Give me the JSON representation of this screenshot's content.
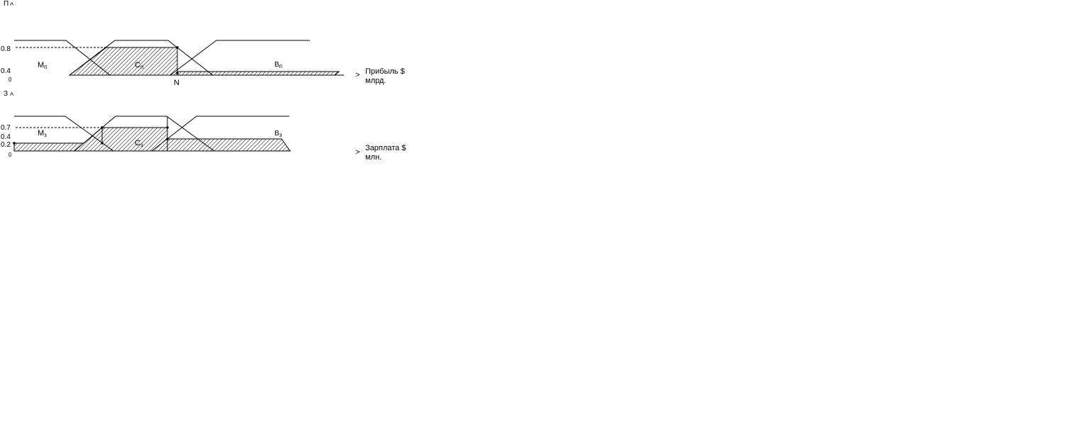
{
  "top": {
    "axis_y_label": "П",
    "ticks": {
      "t08": "0.8",
      "t04": "0.4",
      "t0": "0"
    },
    "sets": {
      "low": "М",
      "low_sub": "п",
      "mid": "С",
      "mid_sub": "п",
      "high": "В",
      "high_sub": "п"
    },
    "point_label": "N",
    "x_label_line1": "Прибыль $",
    "x_label_line2": "млрд."
  },
  "bottom": {
    "axis_y_label": "З",
    "ticks": {
      "t07": "0.7",
      "t04": "0.4",
      "t02": "0.2",
      "t0": "0"
    },
    "sets": {
      "low": "М",
      "low_sub": "з",
      "mid": "С",
      "mid_sub": "з",
      "high": "В",
      "high_sub": "з"
    },
    "x_label_line1": "Зарплата $",
    "x_label_line2": "млн."
  },
  "arrow_glyph": ">",
  "up_arrow_glyph": "^"
}
